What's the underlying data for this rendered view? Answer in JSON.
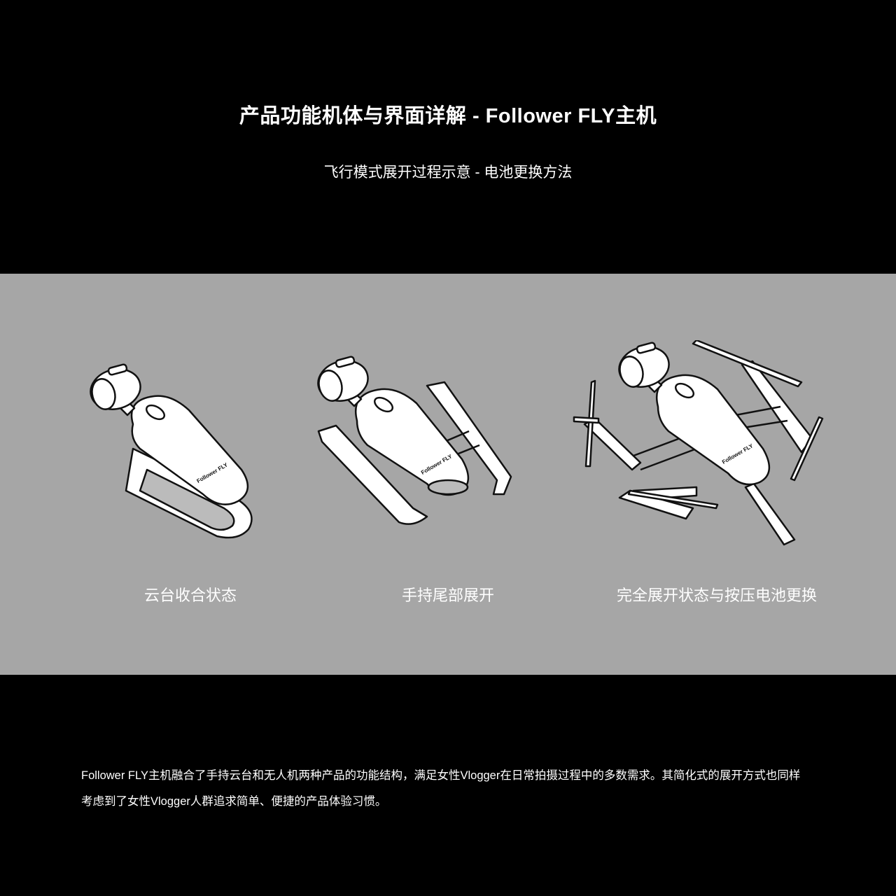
{
  "header": {
    "title": "产品功能机体与界面详解 - Follower FLY主机",
    "subtitle": "飞行模式展开过程示意 - 电池更换方法"
  },
  "panel": {
    "background": "#a6a6a6",
    "steps": [
      {
        "caption": "云台收合状态"
      },
      {
        "caption": "手持尾部展开"
      },
      {
        "caption": "完全展开状态与按压电池更换"
      }
    ],
    "body_logo_text": "Follower FLY"
  },
  "description": {
    "line1": "Follower FLY主机融合了手持云台和无人机两种产品的功能结构，满足女性Vlogger在日常拍摄过程中的多数需求。其简化式的展开方式也同样",
    "line2": "考虑到了女性Vlogger人群追求简单、便捷的产品体验习惯。"
  }
}
